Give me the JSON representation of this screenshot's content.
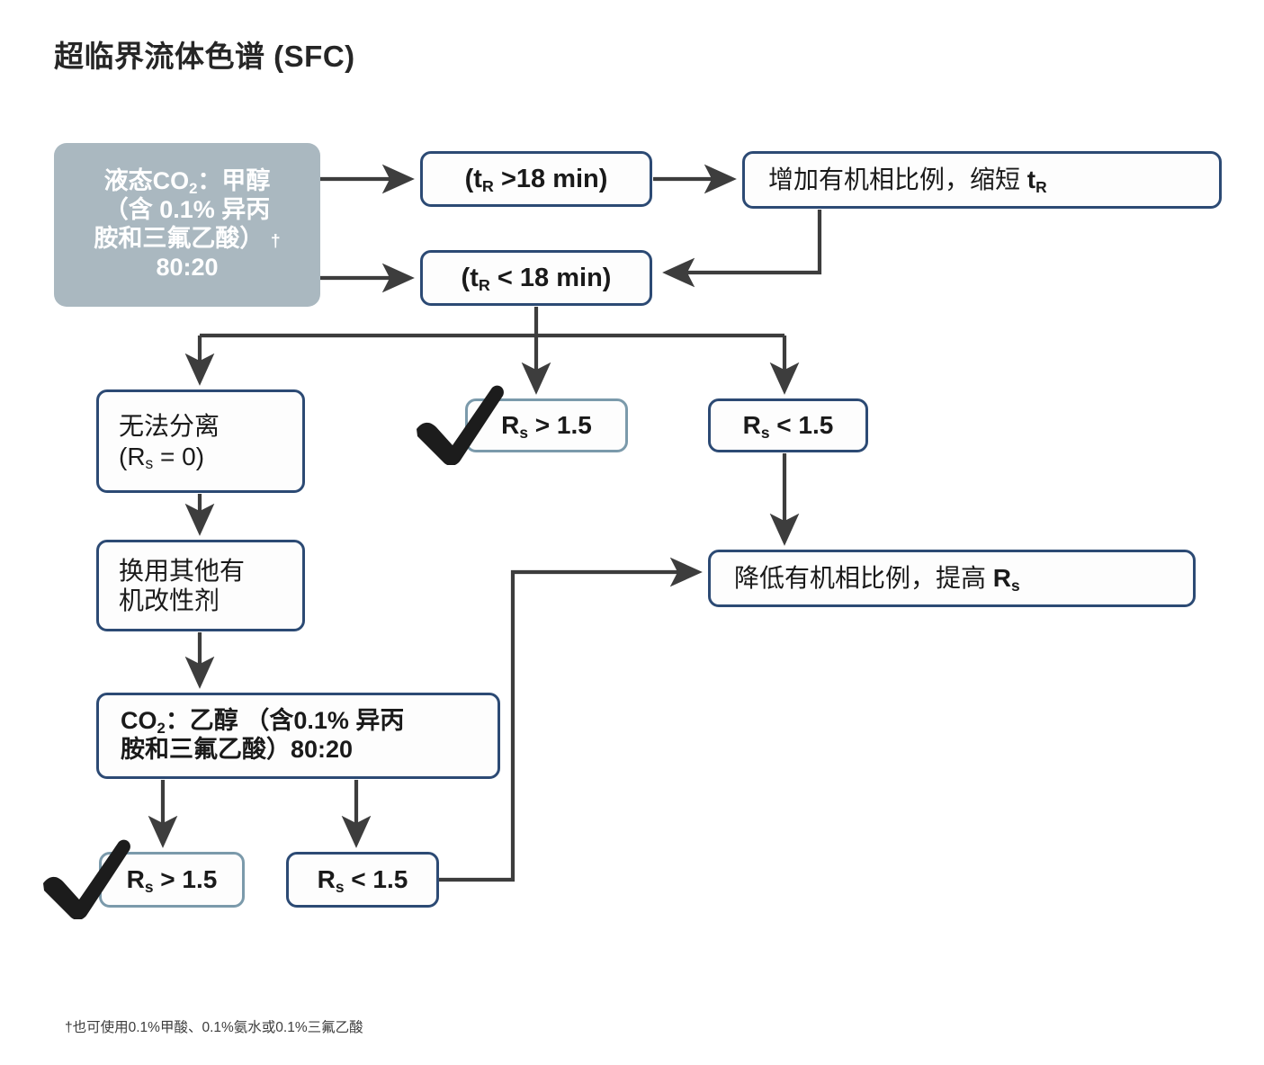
{
  "page": {
    "title": "超临界流体色谱 (SFC)",
    "footnote": "†也可使用0.1%甲酸、0.1%氨水或0.1%三氟乙酸"
  },
  "colors": {
    "navy_border": "#2c4a74",
    "steel_border": "#7b9aab",
    "start_fill": "#aab8c0",
    "edge": "#3d3d3d",
    "text": "#1a1a1a",
    "title": "#262626",
    "node_fill": "#fdfdfd"
  },
  "nodes": {
    "start": {
      "line1": "液态CO",
      "sub1": "2",
      "line1b": "：甲醇",
      "line2": "（含 0.1% 异丙",
      "line3": "胺和三氟乙酸）",
      "dagger": "†",
      "line4": "80:20"
    },
    "tr_gt": {
      "pre": "(t",
      "sub": "R",
      "post": " >18 min)"
    },
    "tr_lt": {
      "pre": "(t",
      "sub": "R",
      "post": " < 18 min)"
    },
    "increase": {
      "pre": "增加有机相比例，缩短 ",
      "bold": "t",
      "sub": "R"
    },
    "no_separation": {
      "line1": "无法分离",
      "line2_pre": "(R",
      "sub": "s",
      "line2_post": " = 0)"
    },
    "rs_gt_top": {
      "pre": "R",
      "sub": "s",
      "post": " > 1.5"
    },
    "rs_lt_top": {
      "pre": "R",
      "sub": "s",
      "post": " < 1.5"
    },
    "switch_modifier": {
      "line1": "换用其他有",
      "line2": "机改性剂"
    },
    "decrease": {
      "pre": "降低有机相比例，提高 ",
      "bold": "R",
      "sub": "s"
    },
    "co2_ethanol": {
      "pre": "CO",
      "sub": "2",
      "line1": "：乙醇 （含0.1% 异丙",
      "line2": "胺和三氟乙酸）80:20"
    },
    "rs_gt_bottom": {
      "pre": "R",
      "sub": "s",
      "post": " > 1.5"
    },
    "rs_lt_bottom": {
      "pre": "R",
      "sub": "s",
      "post": " < 1.5"
    }
  },
  "markers": {
    "check_top": "✓",
    "check_bottom": "✓"
  },
  "edges": [
    {
      "from": "start",
      "to": "tr_gt",
      "kind": "arrow-right"
    },
    {
      "from": "start",
      "to": "tr_lt",
      "kind": "arrow-right"
    },
    {
      "from": "tr_gt",
      "to": "increase",
      "kind": "arrow-right"
    },
    {
      "from": "increase",
      "to": "tr_lt",
      "kind": "feedback-loop-left"
    },
    {
      "from": "tr_lt",
      "to": "no_separation",
      "kind": "branch-down-left"
    },
    {
      "from": "tr_lt",
      "to": "rs_gt_top",
      "kind": "branch-down"
    },
    {
      "from": "tr_lt",
      "to": "rs_lt_top",
      "kind": "branch-down-right"
    },
    {
      "from": "no_separation",
      "to": "switch_modifier",
      "kind": "arrow-down"
    },
    {
      "from": "switch_modifier",
      "to": "co2_ethanol",
      "kind": "arrow-down"
    },
    {
      "from": "co2_ethanol",
      "to": "rs_gt_bottom",
      "kind": "arrow-down"
    },
    {
      "from": "co2_ethanol",
      "to": "rs_lt_bottom",
      "kind": "arrow-down"
    },
    {
      "from": "rs_lt_top",
      "to": "decrease",
      "kind": "arrow-down"
    },
    {
      "from": "rs_lt_bottom",
      "to": "decrease",
      "kind": "elbow-right-up"
    }
  ]
}
